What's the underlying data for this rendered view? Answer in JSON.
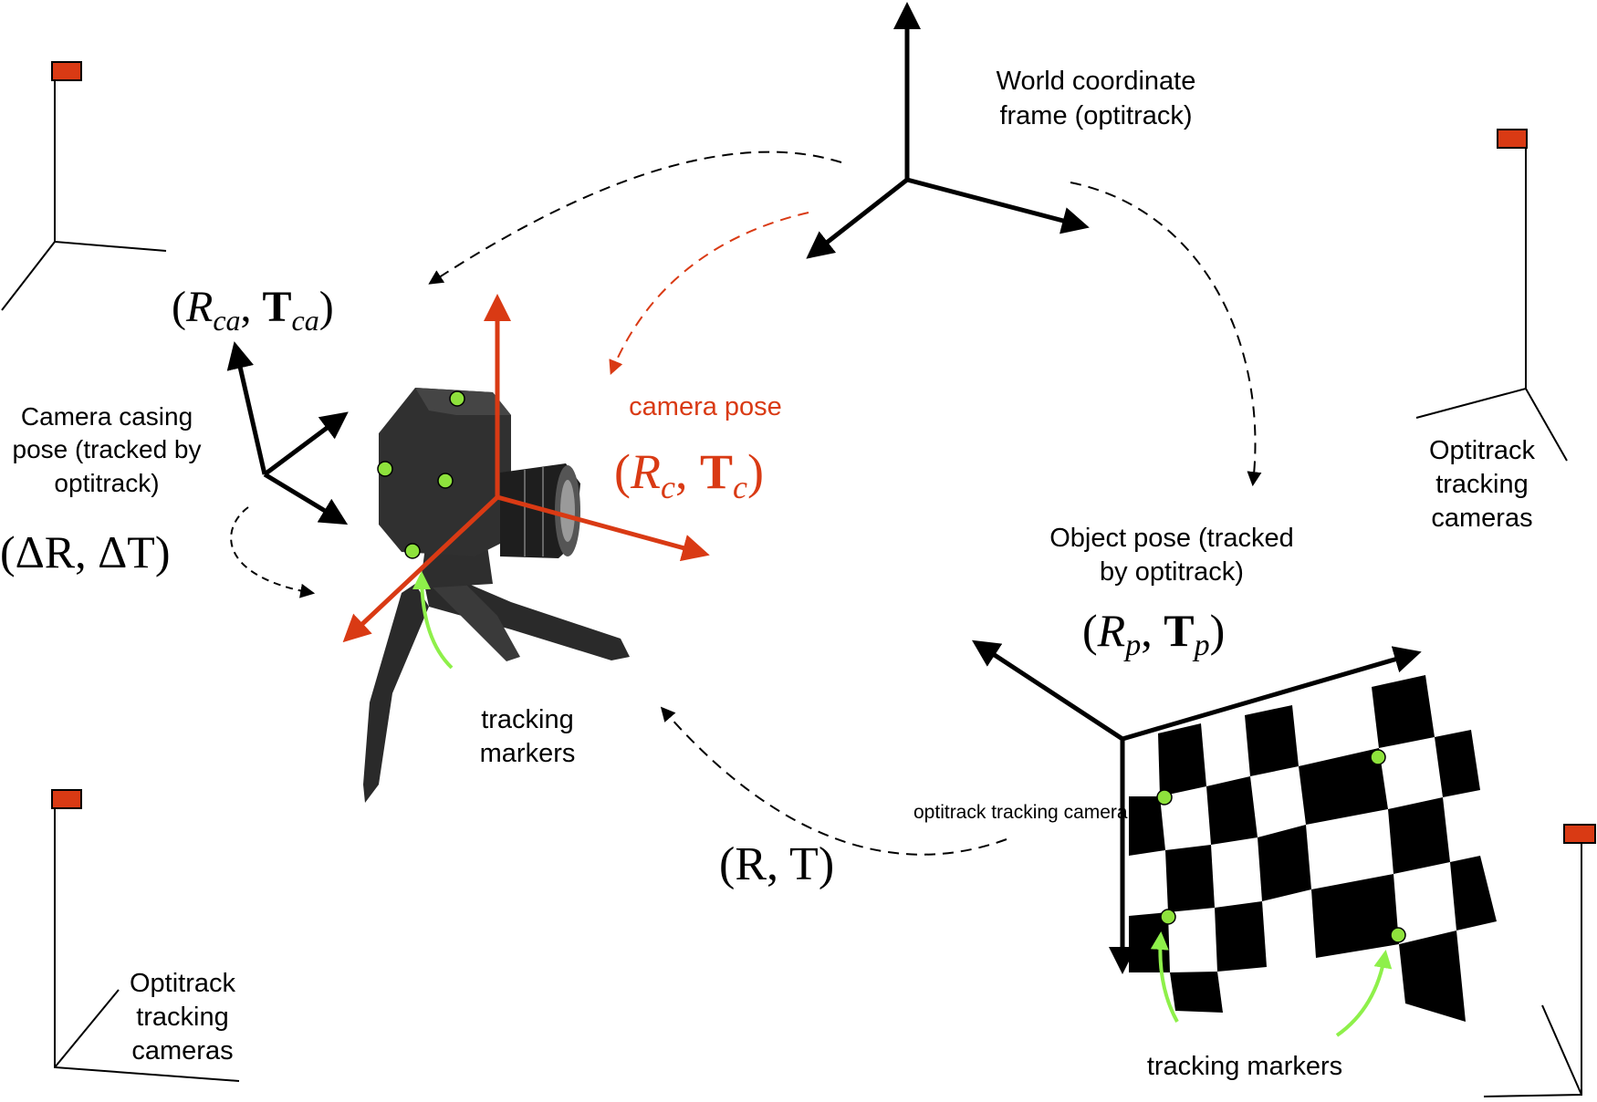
{
  "colors": {
    "accent_red": "#d93a14",
    "marker_green": "#8ee23c",
    "arrow_green": "#8ef04a",
    "ink": "#000000"
  },
  "labels": {
    "world_frame_line1": "World coordinate",
    "world_frame_line2": "frame (optitrack)",
    "casing_line1": "Camera casing",
    "casing_line2": "pose (tracked by",
    "casing_line3": "optitrack)",
    "camera_pose": "camera pose",
    "object_line1": "Object pose (tracked",
    "object_line2": "by optitrack)",
    "tracking_markers_cam_line1": "tracking",
    "tracking_markers_cam_line2": "markers",
    "tracking_markers_board": "tracking markers",
    "optitrack_overlap": "optitrack tracking camera",
    "optitrack_cams_line1": "Optitrack",
    "optitrack_cams_line2": "tracking",
    "optitrack_cams_line3": "cameras"
  },
  "math": {
    "rca_open": "(",
    "rca_R": "R",
    "rca_sub": "ca",
    "rca_comma": ", ",
    "rca_T": "T",
    "rca_close": ")",
    "delta": "(ΔR, ΔT)",
    "rc_open": "(",
    "rc_R": "R",
    "rc_sub": "c",
    "rc_comma": ", ",
    "rc_T": "T",
    "rc_close": ")",
    "rp_open": "(",
    "rp_R": "R",
    "rp_sub": "p",
    "rp_comma": ", ",
    "rp_T": "T",
    "rp_close": ")",
    "rt": "(R, T)"
  },
  "icons": {
    "camera": "camera-on-tripod-icon",
    "checkerboard": "checkerboard-target-icon",
    "optitrack_camera": "optitrack-camera-icon"
  }
}
